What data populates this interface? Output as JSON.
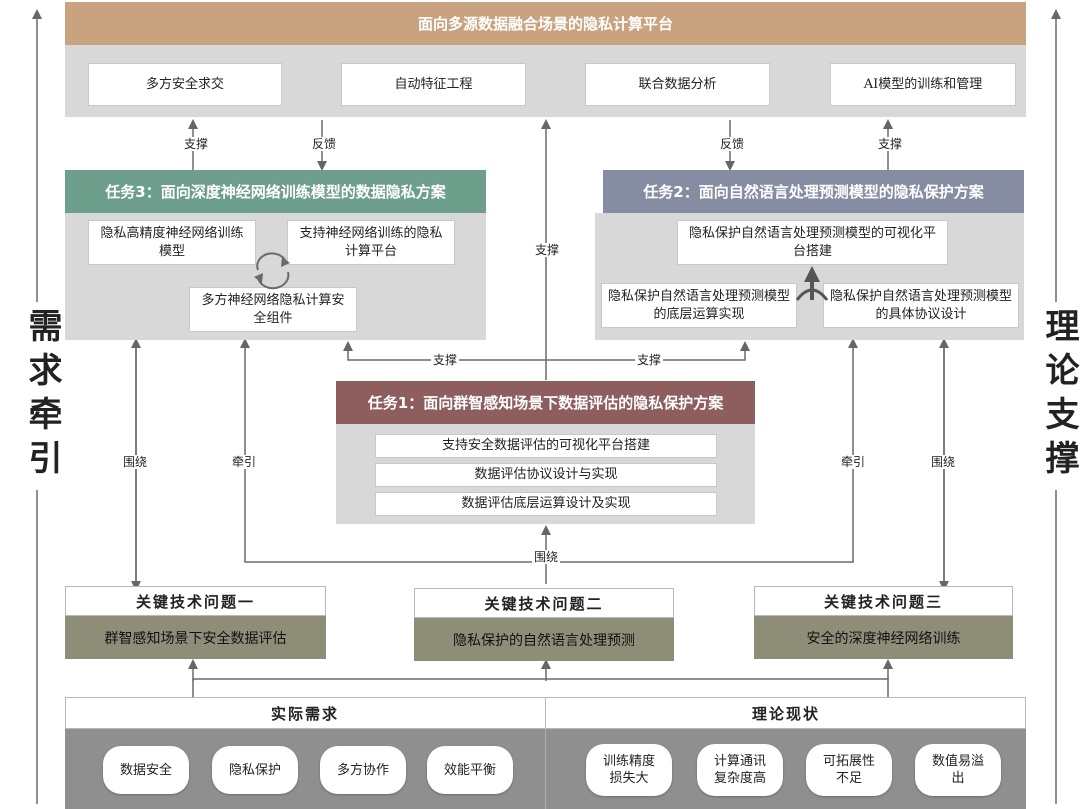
{
  "platform": {
    "title": "面向多源数据融合场景的隐私计算平台",
    "items": [
      "多方安全求交",
      "自动特征工程",
      "联合数据分析",
      "AI模型的训练和管理"
    ]
  },
  "task3": {
    "title": "任务3：面向深度神经网络训练模型的数据隐私方案",
    "box1": "隐私高精度神经网络训练模型",
    "box2": "支持神经网络训练的隐私计算平台",
    "box3": "多方神经网络隐私计算安全组件"
  },
  "task2": {
    "title": "任务2：面向自然语言处理预测模型的隐私保护方案",
    "box1": "隐私保护自然语言处理预测模型的可视化平台搭建",
    "box2": "隐私保护自然语言处理预测模型的底层运算实现",
    "box3": "隐私保护自然语言处理预测模型的具体协议设计"
  },
  "task1": {
    "title": "任务1：面向群智感知场景下数据评估的隐私保护方案",
    "items": [
      "支持安全数据评估的可视化平台搭建",
      "数据评估协议设计与实现",
      "数据评估底层运算设计及实现"
    ]
  },
  "labels": {
    "support": "支撑",
    "feedback": "反馈",
    "around": "围绕",
    "lead": "牵引"
  },
  "key_issues": [
    {
      "title": "关键技术问题一",
      "desc": "群智感知场景下安全数据评估"
    },
    {
      "title": "关键技术问题二",
      "desc": "隐私保护的自然语言处理预测"
    },
    {
      "title": "关键技术问题三",
      "desc": "安全的深度神经网络训练"
    }
  ],
  "bottom": {
    "left_title": "实际需求",
    "right_title": "理论现状",
    "left_items": [
      "数据安全",
      "隐私保护",
      "多方协作",
      "效能平衡"
    ],
    "right_items": [
      "训练精度损失大",
      "计算通讯复杂度高",
      "可拓展性不足",
      "数值易溢出"
    ]
  },
  "sides": {
    "left": "需求牵引",
    "right": "理论支撑"
  },
  "colors": {
    "platform_header": "#c9a37f",
    "task3_header": "#6e9e8c",
    "task2_header": "#868da3",
    "task1_header": "#8e5d5d",
    "key_issue_band": "#8d8d78",
    "panel_gray": "#d8d8d8"
  }
}
